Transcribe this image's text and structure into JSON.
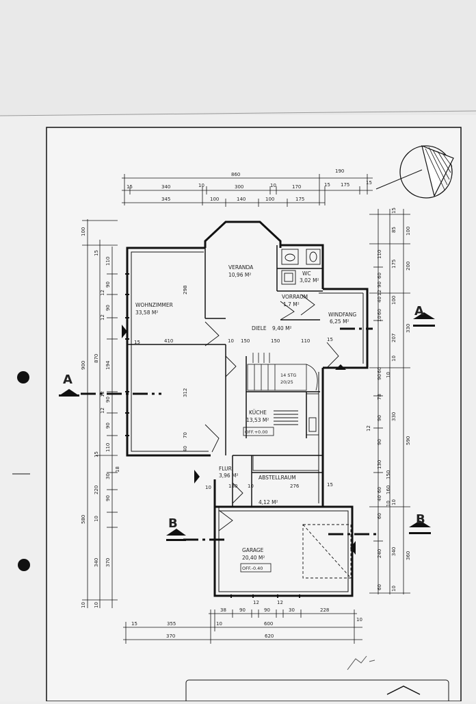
{
  "rooms": {
    "wohnzimmer": {
      "name": "WOHNZIMMER",
      "area": "33,58 M²"
    },
    "veranda": {
      "name": "VERANDA",
      "area": "10,96 M²"
    },
    "wc": {
      "name": "WC",
      "area": "3,02 M²"
    },
    "vorraum": {
      "name": "VORRAUM",
      "area": "1,7 M²"
    },
    "windfang": {
      "name": "WINDFANG",
      "area": "6,25 M²"
    },
    "diele": {
      "name": "DIELE",
      "area": "9,40 M²"
    },
    "kueche": {
      "name": "KÜCHE",
      "area": "13,53 M²",
      "level": "OFF.+0.00"
    },
    "flur": {
      "name": "FLUR",
      "area": "3,96 M²"
    },
    "abstellraum": {
      "name": "ABSTELLRAUM",
      "area": "4,12 M²"
    },
    "garage": {
      "name": "GARAGE",
      "area": "20,40 M²",
      "level": "OFF.-0.40"
    }
  },
  "stairs": {
    "label": "14 STG",
    "ratio": "20/25"
  },
  "sections": {
    "a": "A",
    "b": "B"
  },
  "top_dims": {
    "overall": "860",
    "overall_right": "190",
    "row1": [
      "15",
      "340",
      "10",
      "300",
      "10",
      "170",
      "15",
      "175",
      "15"
    ],
    "row2": [
      "345",
      "100",
      "140",
      "100",
      "175"
    ]
  },
  "bottom_dims": {
    "row1": [
      "38",
      "90",
      "12",
      "90",
      "12",
      "30",
      "228"
    ],
    "row2": [
      "15",
      "355",
      "10",
      "600",
      "10"
    ],
    "row3": [
      "370",
      "620"
    ]
  },
  "left_dims": {
    "outer": [
      "100",
      "900",
      "580",
      "10"
    ],
    "mid": [
      "15",
      "870",
      "340"
    ],
    "inner": [
      "110",
      "90",
      "12",
      "90",
      "194",
      "90",
      "12",
      "90",
      "110",
      "15",
      "220",
      "90",
      "10",
      "370"
    ],
    "inner2": [
      "12",
      "12",
      "18",
      "30",
      "10"
    ]
  },
  "right_dims": {
    "outer": [
      "100",
      "200",
      "330",
      "590",
      "360"
    ],
    "mid": [
      "15",
      "85",
      "175",
      "100",
      "207",
      "10",
      "330",
      "10",
      "340",
      "10"
    ],
    "inner": [
      "110",
      "60",
      "90",
      "12",
      "40",
      "60",
      "10",
      "60",
      "10",
      "90",
      "78",
      "90",
      "12",
      "90",
      "130",
      "60",
      "40",
      "160",
      "150",
      "10",
      "60",
      "240",
      "60"
    ]
  },
  "interior_dims": {
    "wohn_width": "410",
    "w15": "15",
    "d10": "10",
    "d150": "150",
    "d150b": "150",
    "d110": "110",
    "d15b": "15",
    "h298": "298",
    "h312": "312",
    "flur_w": "180",
    "abst_w": "276",
    "d10b": "10",
    "d10c": "10",
    "d15c": "15",
    "h70": "70",
    "h40": "40"
  }
}
